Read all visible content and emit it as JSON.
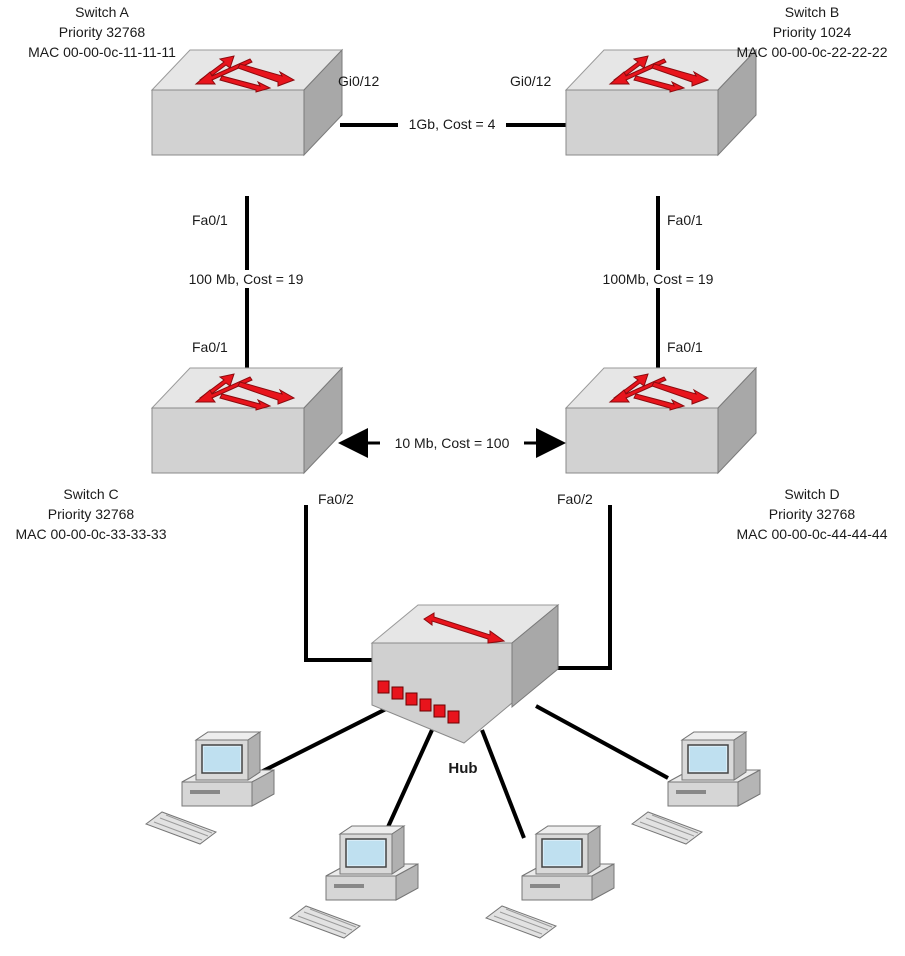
{
  "switches": {
    "a": {
      "name": "Switch A",
      "priority": "Priority 32768",
      "mac": "MAC 00-00-0c-11-11-11"
    },
    "b": {
      "name": "Switch B",
      "priority": "Priority 1024",
      "mac": "MAC 00-00-0c-22-22-22"
    },
    "c": {
      "name": "Switch C",
      "priority": "Priority 32768",
      "mac": "MAC 00-00-0c-33-33-33"
    },
    "d": {
      "name": "Switch D",
      "priority": "Priority 32768",
      "mac": "MAC 00-00-0c-44-44-44"
    }
  },
  "ports": {
    "a_gi": "Gi0/12",
    "b_gi": "Gi0/12",
    "a_fa1": "Fa0/1",
    "b_fa1": "Fa0/1",
    "c_fa1": "Fa0/1",
    "d_fa1": "Fa0/1",
    "c_fa2": "Fa0/2",
    "d_fa2": "Fa0/2"
  },
  "links": {
    "ab": "1Gb, Cost = 4",
    "ac": "100 Mb, Cost = 19",
    "bd": "100Mb, Cost = 19",
    "cd": "10 Mb, Cost = 100"
  },
  "hub": {
    "label": "Hub"
  },
  "colors": {
    "arrow": "#e8141c",
    "switch_top": "#e4e4e4",
    "switch_front": "#cfcfcf",
    "switch_side": "#a9a9a9",
    "wire": "#000000"
  }
}
